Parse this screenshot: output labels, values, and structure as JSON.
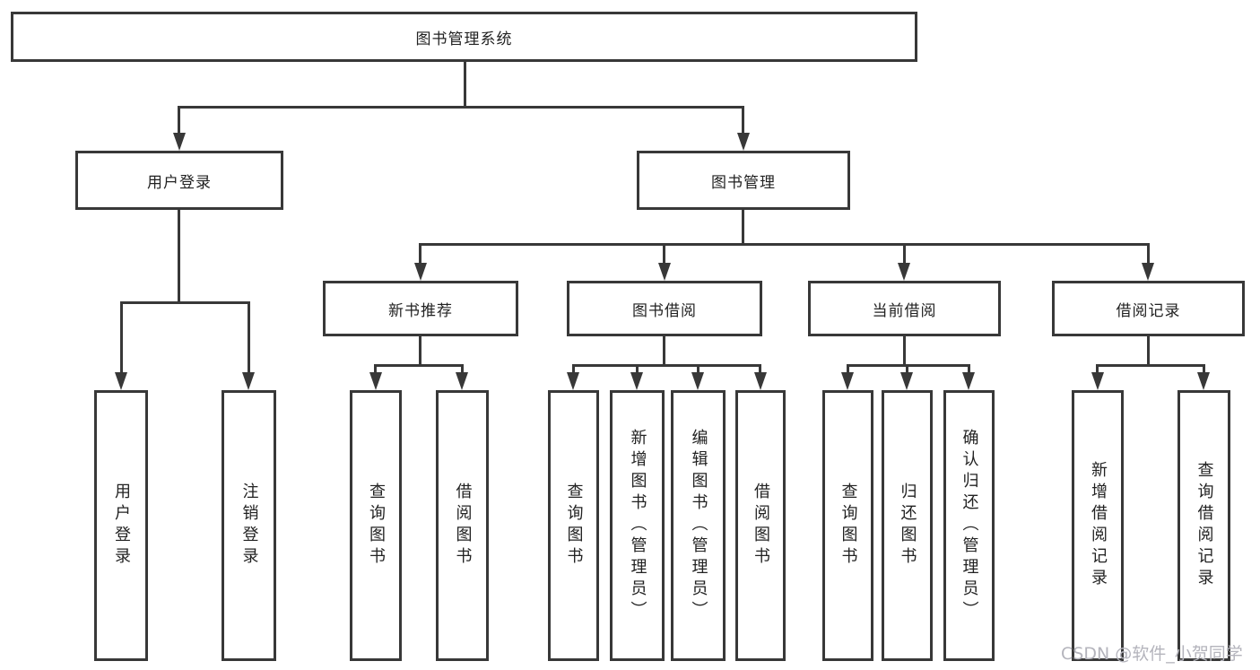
{
  "nodes": {
    "root": "图书管理系统",
    "level2": [
      "用户登录",
      "图书管理"
    ],
    "level3": [
      "新书推荐",
      "图书借阅",
      "当前借阅",
      "借阅记录"
    ],
    "leaves_user": [
      "用户登录",
      "注销登录"
    ],
    "leaves_recommend": [
      "查询图书",
      "借阅图书"
    ],
    "leaves_borrow": [
      "查询图书",
      "新增图书（管理员）",
      "编辑图书（管理员）",
      "借阅图书"
    ],
    "leaves_current": [
      "查询图书",
      "归还图书",
      "确认归还（管理员）"
    ],
    "leaves_records": [
      "新增借阅记录",
      "查询借阅记录"
    ]
  },
  "watermark": "CSDN @软件_小贺同学",
  "colors": {
    "line": "#383838",
    "border": "#383838",
    "text": "#222222",
    "watermark": "#b4b4bc",
    "background": "#ffffff"
  }
}
